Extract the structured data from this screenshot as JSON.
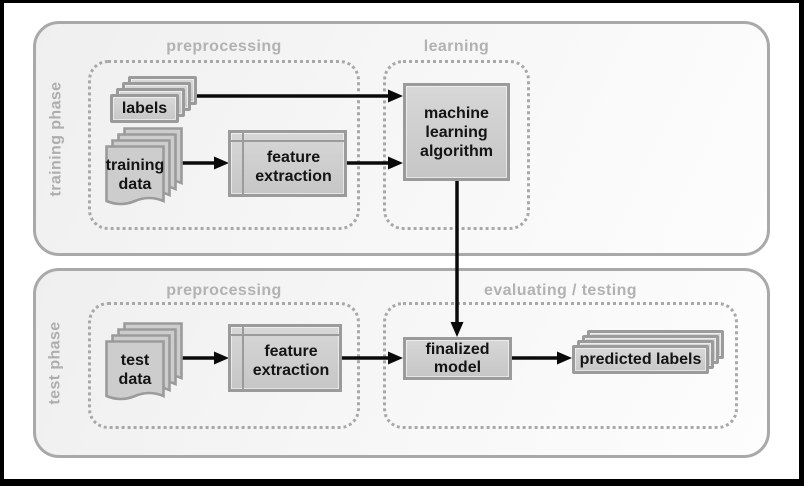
{
  "diagram": {
    "title_semantic": "supervised machine learning workflow",
    "training": {
      "label": "training phase",
      "groups": {
        "preprocessing": "preprocessing",
        "learning": "learning"
      },
      "nodes": {
        "labels": "labels",
        "training_data": "training\ndata",
        "feature_extraction": "feature\nextraction",
        "ml_algorithm": "machine\nlearning\nalgorithm"
      }
    },
    "test": {
      "label": "test phase",
      "groups": {
        "preprocessing": "preprocessing",
        "evaluating": "evaluating / testing"
      },
      "nodes": {
        "test_data": "test\ndata",
        "feature_extraction": "feature\nextraction",
        "finalized_model": "finalized\nmodel",
        "predicted_labels": "predicted labels"
      }
    },
    "edges": [
      {
        "from": "labels",
        "to": "machine learning algorithm"
      },
      {
        "from": "training data",
        "to": "feature extraction (training)"
      },
      {
        "from": "feature extraction (training)",
        "to": "machine learning algorithm"
      },
      {
        "from": "machine learning algorithm",
        "to": "finalized model"
      },
      {
        "from": "test data",
        "to": "feature extraction (test)"
      },
      {
        "from": "feature extraction (test)",
        "to": "finalized model"
      },
      {
        "from": "finalized model",
        "to": "predicted labels"
      }
    ],
    "colors": {
      "frame": "#000000",
      "container_border": "#a9a9a9",
      "container_fill": "#f4f4f4",
      "dotted_border": "#a8a8a8",
      "section_label": "#b2b2b2",
      "box_border": "#9b9b9b",
      "box_fill": "#cccccc",
      "node_text": "#141414",
      "arrow": "#0a0a0a"
    }
  }
}
